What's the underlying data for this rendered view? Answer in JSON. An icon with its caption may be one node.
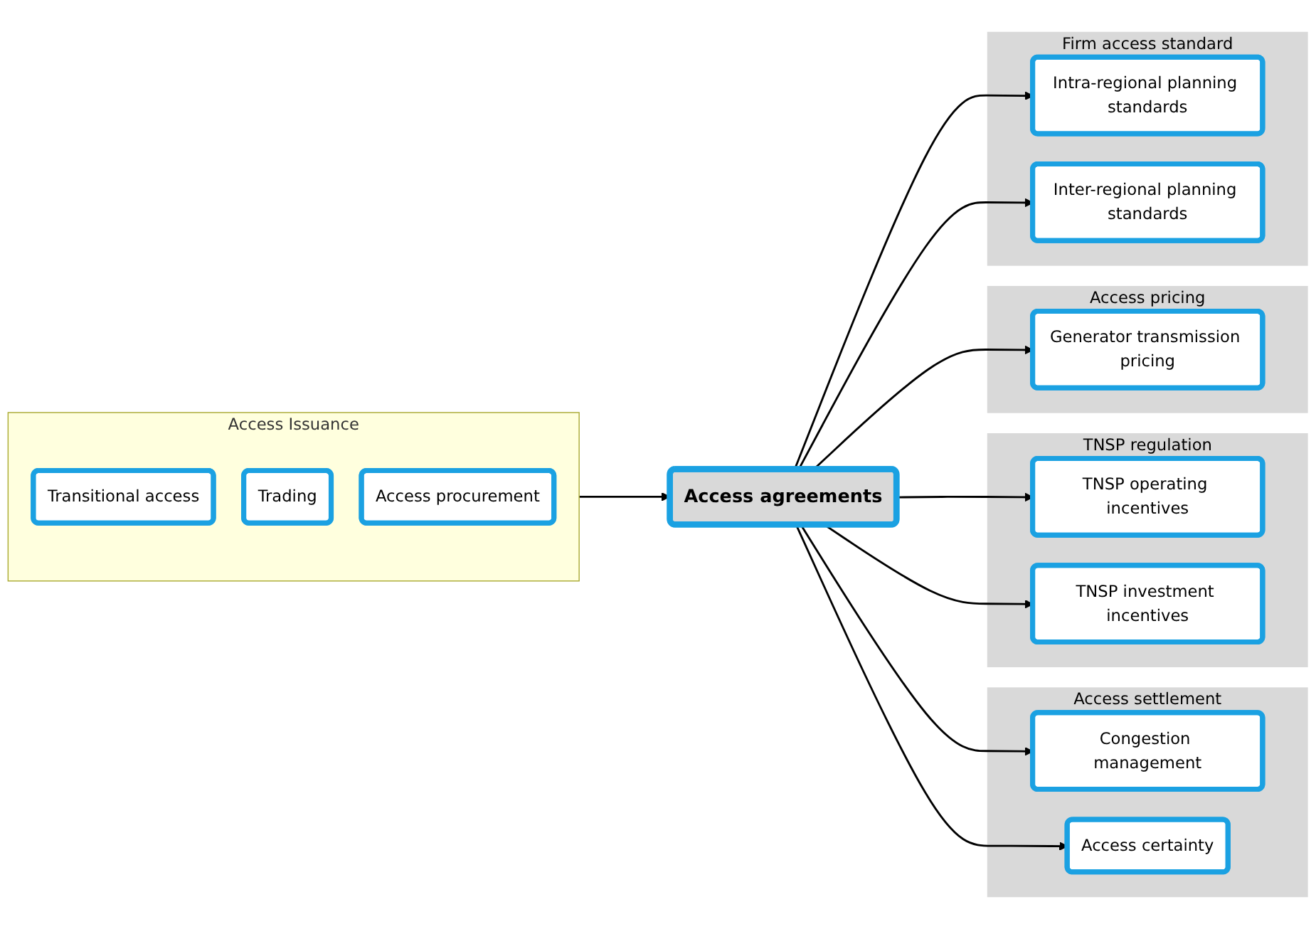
{
  "diagram": {
    "nodes": [
      {
        "text": [
          "Access Issuance"
        ]
      },
      {
        "text": [
          "Transitional access"
        ],
        "in": 0
      },
      {
        "text": [
          "Trading"
        ],
        "in": 0
      },
      {
        "text": [
          "Access procurement"
        ],
        "in": 0
      },
      {
        "text": [
          "Access agreements"
        ]
      },
      {
        "text": [
          "Access settlement"
        ]
      },
      {
        "text": [
          "Congestion management"
        ],
        "in": 5
      },
      {
        "text": [
          "Access certainty"
        ],
        "in": 5
      },
      {
        "text": [
          "TNSP regulation"
        ]
      },
      {
        "text": [
          "TNSP operating incentives"
        ],
        "in": 8
      },
      {
        "text": [
          "TNSP investment incentives"
        ],
        "in": 8
      },
      {
        "text": [
          "Access pricing"
        ]
      },
      {
        "text": [
          "Generator transmission pricing"
        ],
        "in": 11
      },
      {
        "text": [
          "Firm access standard"
        ]
      },
      {
        "text": [
          "Intra-regional planning standards"
        ],
        "in": 13
      },
      {
        "text": [
          "Inter-regional planning standards"
        ],
        "in": 13
      }
    ],
    "edges": [
      {
        "from": 0,
        "to": 4,
        "arrow": "to"
      },
      {
        "from": 4,
        "to": 6,
        "arrow": "to"
      },
      {
        "from": 4,
        "to": 7,
        "arrow": "to"
      },
      {
        "from": 4,
        "to": 9,
        "arrow": "to"
      },
      {
        "from": 4,
        "to": 10,
        "arrow": "to"
      },
      {
        "from": 4,
        "to": 12,
        "arrow": "to"
      },
      {
        "from": 4,
        "to": 14,
        "arrow": "to"
      },
      {
        "from": 4,
        "to": 15,
        "arrow": "to"
      }
    ]
  }
}
